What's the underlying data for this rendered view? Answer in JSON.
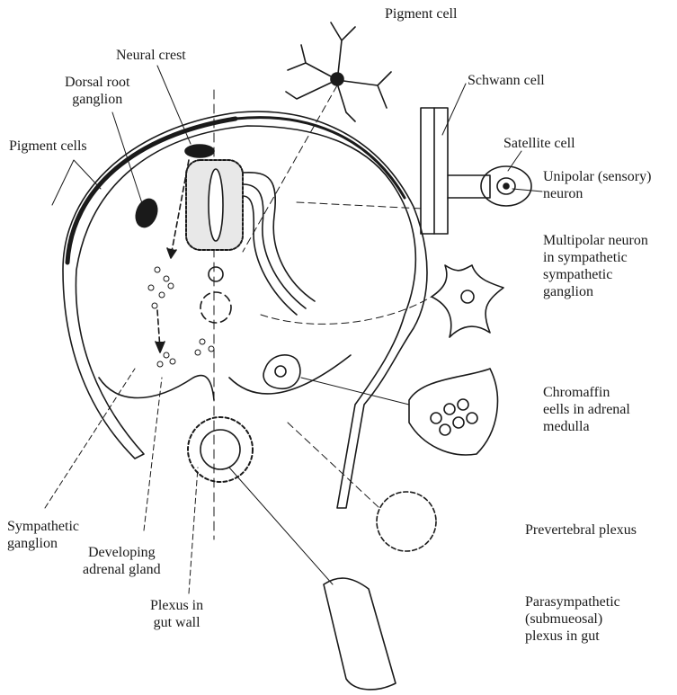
{
  "labels": {
    "pigment_cell": "Pigment cell",
    "neural_crest": "Neural crest",
    "dorsal_root_ganglion": [
      "Dorsal root",
      "ganglion"
    ],
    "pigment_cells": "Pigment cells",
    "schwann_cell": "Schwann cell",
    "satellite_cell": "Satellite cell",
    "unipolar_neuron": [
      "Unipolar (sensory)",
      "neuron"
    ],
    "multipolar_neuron": [
      "Multipolar neuron",
      "in sympathetic",
      "sympathetic",
      "ganglion"
    ],
    "chromaffin_cells": [
      "Chromaffin",
      "eells in adrenal",
      "medulla"
    ],
    "prevertebral_plexus": "Prevertebral plexus",
    "sympathetic_ganglion": [
      "Sympathetic",
      "ganglion"
    ],
    "developing_adrenal_gland": [
      "Developing",
      "adrenal gland"
    ],
    "plexus_in_gut_wall": [
      "Plexus in",
      "gut wall"
    ],
    "parasympathetic_plexus": [
      "Parasympathetic",
      "(submueosal)",
      "plexus in gut"
    ]
  },
  "colors": {
    "ink": "#1a1a1a",
    "background": "#ffffff"
  }
}
